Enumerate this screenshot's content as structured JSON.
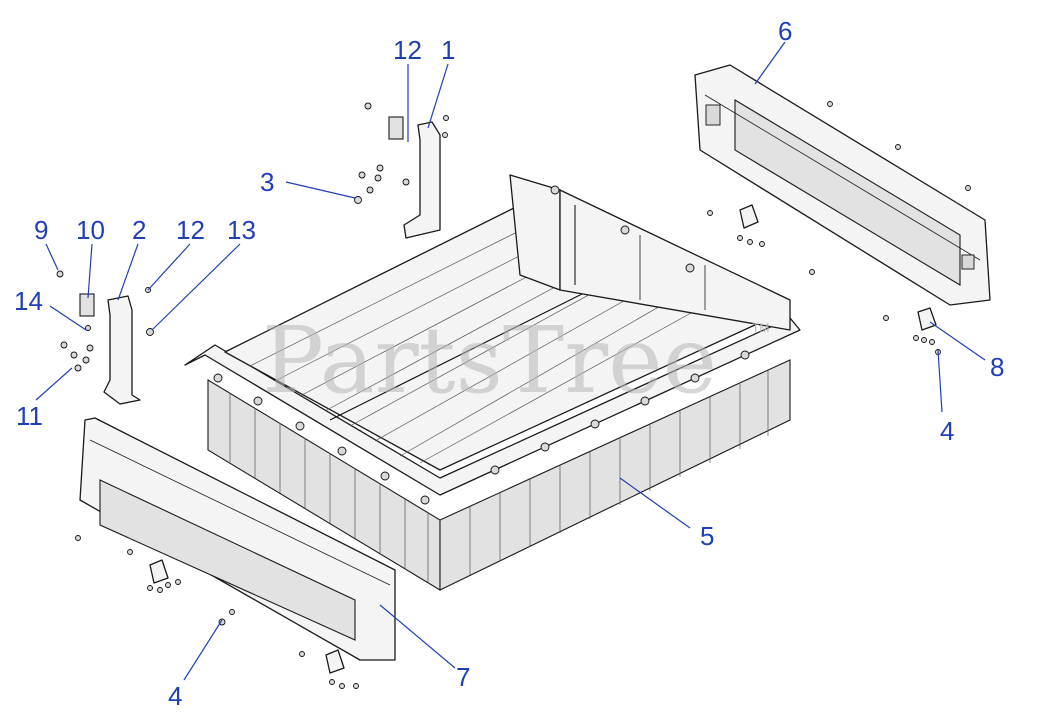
{
  "watermark": {
    "text": "PartsTree",
    "tm": "TM"
  },
  "callouts": [
    {
      "id": "c-12a",
      "label": "12"
    },
    {
      "id": "c-1",
      "label": "1"
    },
    {
      "id": "c-6",
      "label": "6"
    },
    {
      "id": "c-3",
      "label": "3"
    },
    {
      "id": "c-9",
      "label": "9"
    },
    {
      "id": "c-10",
      "label": "10"
    },
    {
      "id": "c-2",
      "label": "2"
    },
    {
      "id": "c-12b",
      "label": "12"
    },
    {
      "id": "c-13",
      "label": "13"
    },
    {
      "id": "c-14",
      "label": "14"
    },
    {
      "id": "c-11",
      "label": "11"
    },
    {
      "id": "c-8",
      "label": "8"
    },
    {
      "id": "c-4a",
      "label": "4"
    },
    {
      "id": "c-5",
      "label": "5"
    },
    {
      "id": "c-7",
      "label": "7"
    },
    {
      "id": "c-4b",
      "label": "4"
    }
  ]
}
